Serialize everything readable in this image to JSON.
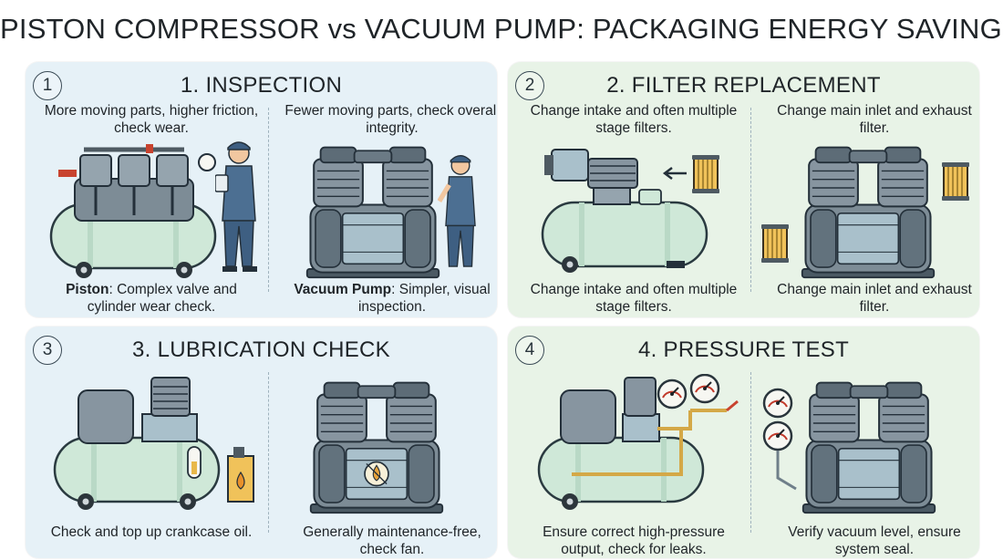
{
  "title": "PISTON COMPRESSOR vs VACUUM PUMP: PACKAGING ENERGY SAVINGS",
  "steps": [
    {
      "number": "1",
      "title": "1. INSPECTION",
      "left_top": "More moving parts, higher friction, check wear.",
      "right_top": "Fewer moving parts, check overall integrity.",
      "left_label": "Piston",
      "left_bottom": ": Complex valve and cylinder wear check.",
      "right_label": "Vacuum Pump",
      "right_bottom": ": Simpler, visual inspection."
    },
    {
      "number": "2",
      "title": "2. FILTER REPLACEMENT",
      "left_top": "Change intake and often multiple stage filters.",
      "right_top": "Change main inlet and exhaust filter.",
      "left_bottom": "Change intake and often multiple stage filters.",
      "right_bottom": "Change main inlet and exhaust filter."
    },
    {
      "number": "3",
      "title": "3. LUBRICATION CHECK",
      "left_bottom": "Check and top up crankcase oil.",
      "right_bottom": "Generally maintenance-free, check fan."
    },
    {
      "number": "4",
      "title": "4. PRESSURE TEST",
      "left_bottom": "Ensure correct high-pressure output, check for leaks.",
      "right_bottom": "Verify vacuum level, ensure system seal."
    }
  ],
  "colors": {
    "panel_blue": "#e6f1f7",
    "panel_green": "#e8f3e7",
    "tank": "#cfe8d8",
    "metal": "#6f7f8a",
    "worker": "#4c6f92"
  }
}
